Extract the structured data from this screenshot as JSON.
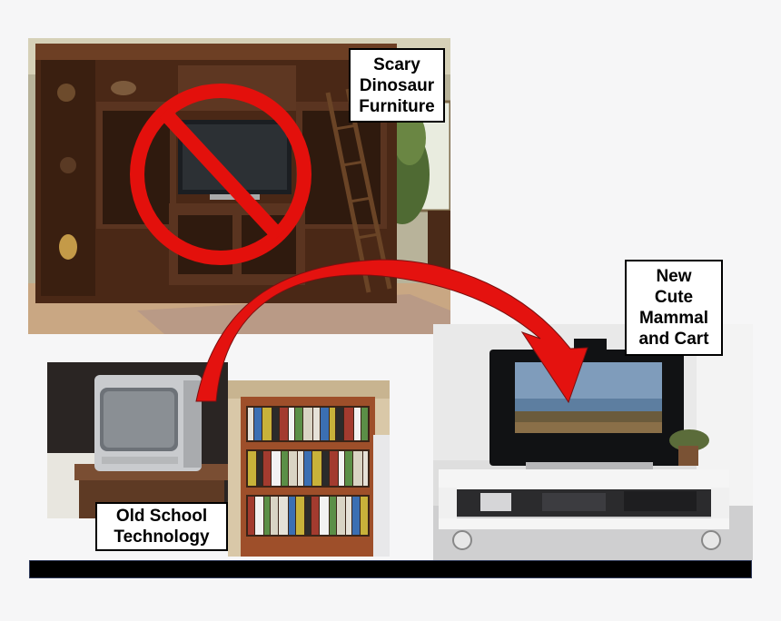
{
  "labels": {
    "scary": [
      "Scary",
      "Dinosaur",
      "Furniture"
    ],
    "new_cart": [
      "New",
      "Cute",
      "Mammal",
      "and Cart"
    ],
    "old_school": [
      "Old School",
      "Technology"
    ]
  },
  "colors": {
    "arrow_red": "#e4120f",
    "no_symbol_red": "#e3100c",
    "baseline": "#000000",
    "background": "#f6f6f7"
  },
  "icons": {
    "prohibition": "no-symbol-icon",
    "arrow": "curved-arrow-icon"
  }
}
